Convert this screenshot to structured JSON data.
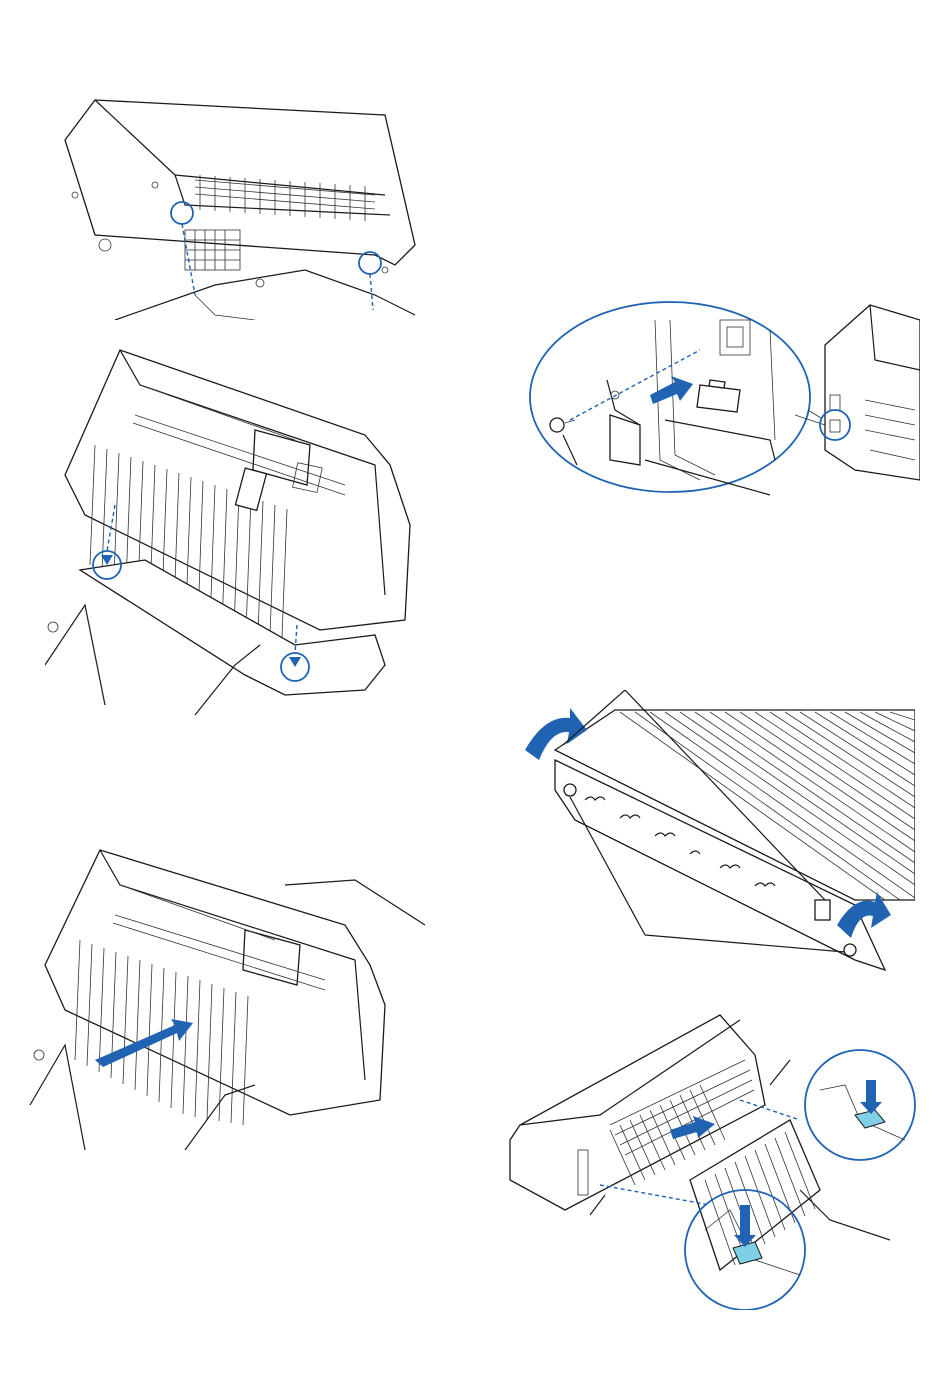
{
  "document": {
    "type": "illustration-sheet",
    "text_content": [],
    "colors": {
      "line": "#1a1a1a",
      "accent_blue": "#1f63b2",
      "highlight_cyan": "#7fd0e6",
      "background": "#ffffff"
    },
    "figures": [
      {
        "id": "fig-1",
        "icon": "cutter-underside-mount-illustration"
      },
      {
        "id": "fig-2",
        "icon": "cutter-on-stand-align-illustration"
      },
      {
        "id": "fig-3",
        "icon": "cutter-pull-forward-illustration"
      },
      {
        "id": "fig-4",
        "icon": "bracket-screw-detail-illustration"
      },
      {
        "id": "fig-5",
        "icon": "basket-hook-rotate-illustration"
      },
      {
        "id": "fig-6",
        "icon": "basket-attach-rear-illustration"
      }
    ]
  }
}
